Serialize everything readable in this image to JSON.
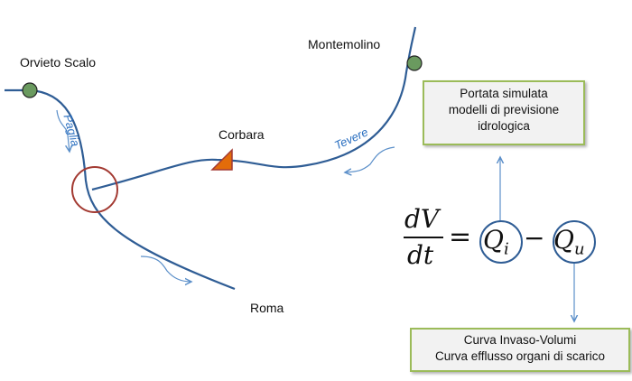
{
  "places": {
    "orvieto": "Orvieto Scalo",
    "montemolino": "Montemolino",
    "corbara": "Corbara",
    "roma": "Roma"
  },
  "rivers": {
    "paglia": "Paglia",
    "tevere": "Tevere"
  },
  "box_inflow": {
    "lines": [
      "Portata simulata",
      "modelli di previsione",
      "idrologica"
    ]
  },
  "box_outflow": {
    "lines": [
      "Curva Invaso-Volumi",
      "Curva efflusso organi di scarico"
    ]
  },
  "equation": {
    "numerator": "dV",
    "denominator": "dt",
    "equals": "=",
    "inflow": "Q",
    "inflow_sub": "i",
    "minus": "−",
    "outflow": "Q",
    "outflow_sub": "u"
  },
  "colors": {
    "river": "#2f5d95",
    "flow_arrow": "#5b8fc9",
    "station": "#6a9a5f",
    "dam": "#e36c0a",
    "confluence": "#a33a32",
    "box_border": "#9bbb59"
  }
}
